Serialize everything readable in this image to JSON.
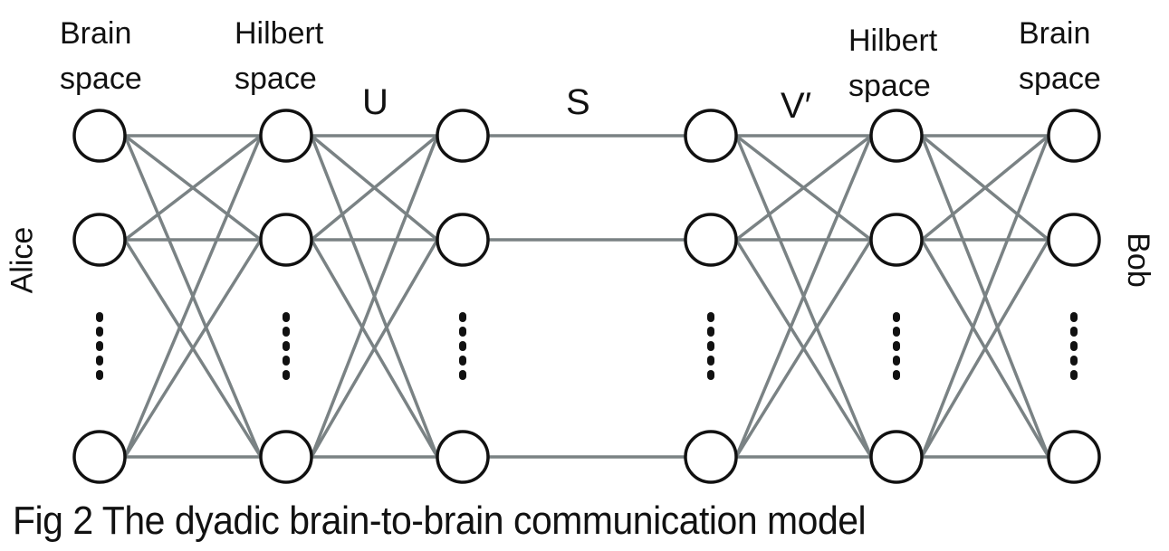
{
  "figure": {
    "caption": "Fig 2  The dyadic brain-to-brain communication model",
    "side_labels": {
      "left": "Alice",
      "right": "Bob"
    },
    "column_headers": [
      {
        "line1": "Brain",
        "line2": "space"
      },
      {
        "line1": "Hilbert",
        "line2": "space"
      },
      {
        "line1": "Hilbert",
        "line2": "space"
      },
      {
        "line1": "Brain",
        "line2": "space"
      }
    ],
    "operator_labels": {
      "u": "U",
      "s": "S",
      "v": "V′"
    },
    "colors": {
      "node_stroke": "#111111",
      "edge": "#7a8284",
      "text": "#111111",
      "background": "#ffffff"
    },
    "nodes_per_column_visible": 3,
    "ellipsis_dots": 5,
    "columns": [
      {
        "name": "alice-brain-space"
      },
      {
        "name": "alice-hilbert-space"
      },
      {
        "name": "alice-singular-space"
      },
      {
        "name": "bob-singular-space"
      },
      {
        "name": "bob-hilbert-space"
      },
      {
        "name": "bob-brain-space"
      }
    ],
    "connections": [
      {
        "from": 0,
        "to": 1,
        "type": "full"
      },
      {
        "from": 1,
        "to": 2,
        "type": "full"
      },
      {
        "from": 2,
        "to": 3,
        "type": "parallel"
      },
      {
        "from": 3,
        "to": 4,
        "type": "full"
      },
      {
        "from": 4,
        "to": 5,
        "type": "full"
      }
    ]
  }
}
